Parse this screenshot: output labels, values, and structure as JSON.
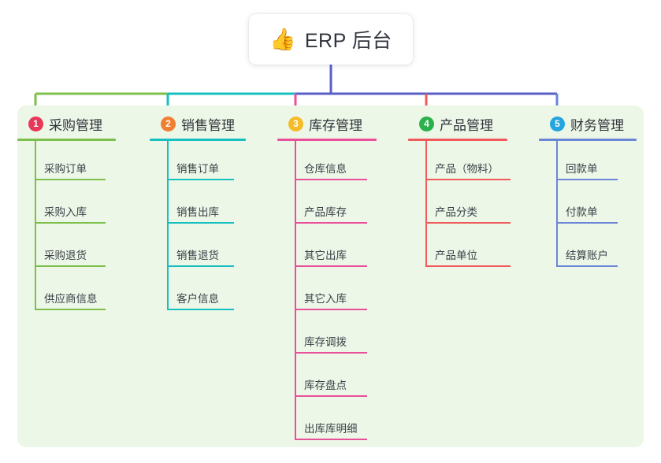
{
  "root": {
    "icon": "thumbs-up-icon",
    "emoji": "👍",
    "title": "ERP 后台"
  },
  "colors": {
    "panel_bg": "#edf7e8",
    "page_bg": "#ffffff",
    "root_text": "#31353d",
    "column_title": "#2f333a",
    "leaf_text": "#3c4048",
    "root_stem": "#5a5fc7"
  },
  "columns": [
    {
      "index": "1",
      "title": "采购管理",
      "badge_color": "#e8385a",
      "line_color": "#7cc04b",
      "items": [
        {
          "label": "采购订单"
        },
        {
          "label": "采购入库"
        },
        {
          "label": "采购退货"
        },
        {
          "label": "供应商信息"
        }
      ]
    },
    {
      "index": "2",
      "title": "销售管理",
      "badge_color": "#f07f32",
      "line_color": "#17bfc0",
      "items": [
        {
          "label": "销售订单"
        },
        {
          "label": "销售出库"
        },
        {
          "label": "销售退货"
        },
        {
          "label": "客户信息"
        }
      ]
    },
    {
      "index": "3",
      "title": "库存管理",
      "badge_color": "#f5bc2a",
      "line_color": "#ea4f9a",
      "items": [
        {
          "label": "仓库信息"
        },
        {
          "label": "产品库存"
        },
        {
          "label": "其它出库"
        },
        {
          "label": "其它入库"
        },
        {
          "label": "库存调拨"
        },
        {
          "label": "库存盘点"
        },
        {
          "label": "出库库明细"
        }
      ]
    },
    {
      "index": "4",
      "title": "产品管理",
      "badge_color": "#2bb14b",
      "line_color": "#f05a5a",
      "items": [
        {
          "label": "产品（物料）"
        },
        {
          "label": "产品分类"
        },
        {
          "label": "产品单位"
        }
      ]
    },
    {
      "index": "5",
      "title": "财务管理",
      "badge_color": "#24a5e0",
      "line_color": "#6a86d6",
      "items": [
        {
          "label": "回款单"
        },
        {
          "label": "付款单"
        },
        {
          "label": "结算账户"
        }
      ]
    }
  ]
}
